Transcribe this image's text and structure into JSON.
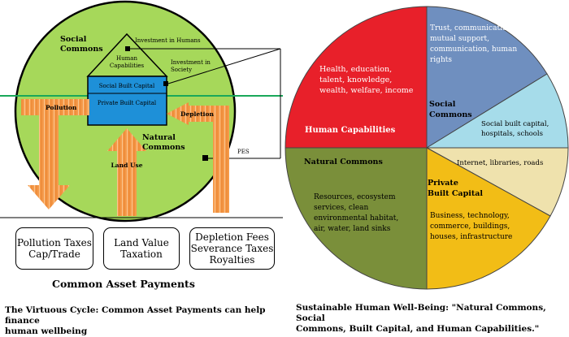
{
  "left": {
    "circle_labels": {
      "social_commons": [
        "Social",
        "Commons"
      ],
      "natural_commons": [
        "Natural",
        "Commons"
      ]
    },
    "house": {
      "roof_label": [
        "Human",
        "Capabilities"
      ],
      "social_built_capital": "Social Built Capital",
      "private_built_capital": "Private Built Capital"
    },
    "callouts": {
      "investment_in_humans": "Investment in Humans",
      "investment_in_society": [
        "Investment in",
        "Society"
      ],
      "pes": "PES"
    },
    "arrows": {
      "pollution": "Pollution",
      "land_use": "Land Use",
      "depletion": "Depletion"
    },
    "payment_boxes": [
      {
        "lines": [
          "Pollution Taxes",
          "Cap/Trade"
        ]
      },
      {
        "lines": [
          "Land Value",
          "Taxation"
        ]
      },
      {
        "lines": [
          "Depletion Fees",
          "Severance Taxes",
          "Royalties"
        ]
      }
    ],
    "payments_title": "Common Asset Payments",
    "caption": [
      "The Virtuous Cycle: Common Asset Payments can help finance",
      "human wellbeing"
    ]
  },
  "right": {
    "sectors": {
      "human_capabilities": {
        "title": "Human Capabilities",
        "items": [
          "Health, education,",
          "talent, knowledge,",
          "wealth, welfare, income"
        ],
        "color": "#e8202a"
      },
      "social_commons": {
        "title": [
          "Social",
          "Commons"
        ],
        "items_top": [
          "Trust, communication,",
          "mutual support,",
          "communication, human",
          "rights"
        ],
        "items_bottom": [
          "Social built capital,",
          "hospitals, schools"
        ],
        "color": "#6f8fbf",
        "color_light": "#a6dcea"
      },
      "natural_commons": {
        "title": "Natural Commons",
        "items": [
          "Resources, ecosystem",
          "services, clean",
          "environmental habitat,",
          "air, water, land sinks"
        ],
        "color": "#7a8f3a"
      },
      "private_built_capital": {
        "title": [
          "Private",
          "Built Capital"
        ],
        "items_top": [
          "Internet, libraries, roads"
        ],
        "items_bottom": [
          "Business, technology,",
          "commerce, buildings,",
          "houses, infrastructure"
        ],
        "color": "#f2bd16",
        "color_light": "#efe2ad"
      }
    },
    "caption": [
      "Sustainable Human Well-Being: \"Natural Commons, Social",
      "Commons, Built Capital, and Human Capabilities.\""
    ]
  },
  "colors": {
    "circle": "#a6d85a",
    "house": "#1e90d8",
    "arrow": "#f28c3c",
    "hline": "#1aa85a"
  }
}
